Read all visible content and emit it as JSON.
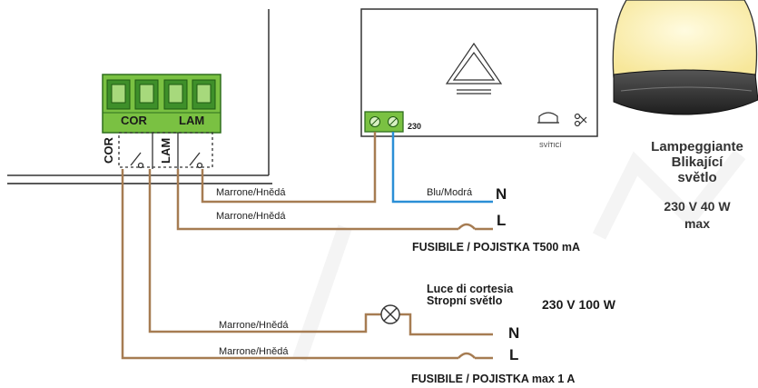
{
  "terminal_block": {
    "label_cor": "COR",
    "label_lam": "LAM"
  },
  "switches": {
    "cor_label": "COR",
    "lam_label": "LAM"
  },
  "flasher_unit": {
    "terminal_label": "230",
    "sub_label": "SVÍTICÍ"
  },
  "lamp": {
    "name_it": "Lampeggiante",
    "name_cs_1": "Blikající",
    "name_cs_2": "světlo",
    "rating_1": "230 V 40 W",
    "rating_2": "max"
  },
  "wires": {
    "brown_1": "Marrone/Hnědá",
    "blue": "Blu/Modrá",
    "brown_2": "Marrone/Hnědá",
    "brown_3": "Marrone/Hnědá",
    "brown_4": "Marrone/Hnědá"
  },
  "terminals": {
    "n_top": "N",
    "l_top": "L",
    "n_bottom": "N",
    "l_bottom": "L"
  },
  "fuse_top": "FUSIBILE / POJISTKA T500 mA",
  "courtesy_light": {
    "name_it": "Luce di cortesia",
    "name_cs": "Stropní světlo",
    "rating": "230 V 100 W"
  },
  "fuse_bottom": "FUSIBILE / POJISTKA max 1 A",
  "colors": {
    "brown_wire": "#a67c52",
    "blue_wire": "#2b8fd6",
    "terminal_green": "#7ac142",
    "terminal_dark": "#3e8f2a",
    "lamp_yellow": "#fdf2b0",
    "lamp_base": "#3a3a3a"
  }
}
